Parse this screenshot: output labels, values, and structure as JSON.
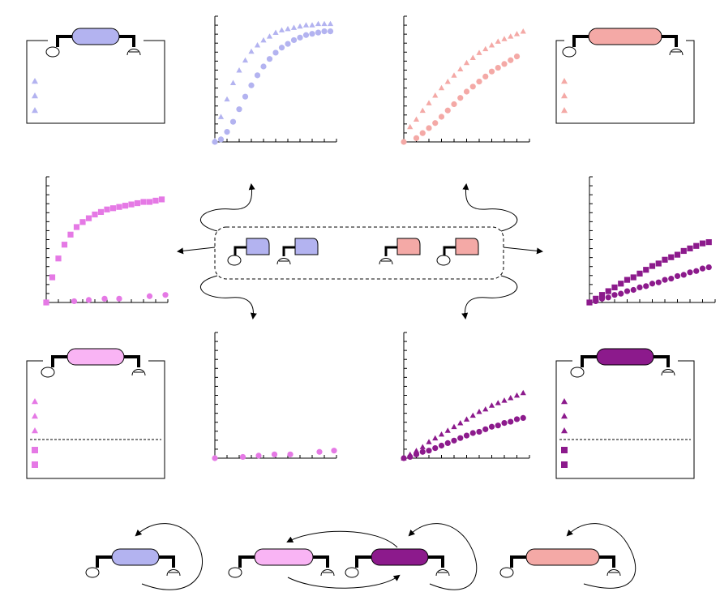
{
  "colors": {
    "lavender": "#b3b3f0",
    "salmon": "#f4a9a6",
    "pink": "#f9b4f4",
    "magenta": "#e579e5",
    "purple": "#8c1a8c",
    "ink": "#000000"
  },
  "icons": {
    "triangle_marker": "triangle-icon",
    "circle_marker": "circle-icon",
    "square_marker": "square-icon",
    "ligand": "ligand-icon",
    "receptor": "receptor-icon"
  },
  "panels": [
    {
      "id": "lavender-protein",
      "color": "lavender",
      "legend": [
        "triangle",
        "triangle",
        "triangle"
      ]
    },
    {
      "id": "salmon-protein",
      "color": "salmon",
      "legend": [
        "triangle",
        "triangle",
        "triangle"
      ]
    },
    {
      "id": "pink-protein",
      "color": "pink",
      "legend": [
        "triangle",
        "triangle",
        "triangle"
      ],
      "legend_lower": [
        "square",
        "square"
      ],
      "legend_color": "magenta"
    },
    {
      "id": "purple-protein",
      "color": "purple",
      "legend": [
        "triangle",
        "triangle",
        "triangle"
      ],
      "legend_lower": [
        "square",
        "square"
      ]
    }
  ],
  "chart_data": [
    {
      "type": "scatter",
      "id": "lavender-kinetics",
      "color": "lavender",
      "xlim": [
        0,
        1
      ],
      "ylim": [
        0,
        1
      ],
      "series": [
        {
          "marker": "triangle",
          "x": [
            0,
            0.05,
            0.1,
            0.15,
            0.2,
            0.25,
            0.3,
            0.35,
            0.4,
            0.45,
            0.5,
            0.55,
            0.6,
            0.65,
            0.7,
            0.75,
            0.8,
            0.85,
            0.9,
            0.95
          ],
          "y": [
            0.01,
            0.2,
            0.34,
            0.47,
            0.57,
            0.65,
            0.72,
            0.77,
            0.81,
            0.84,
            0.87,
            0.89,
            0.9,
            0.91,
            0.92,
            0.93,
            0.93,
            0.94,
            0.94,
            0.94
          ]
        },
        {
          "marker": "circle",
          "x": [
            0,
            0.05,
            0.1,
            0.15,
            0.2,
            0.25,
            0.3,
            0.35,
            0.4,
            0.45,
            0.5,
            0.55,
            0.6,
            0.65,
            0.7,
            0.75,
            0.8,
            0.85,
            0.9,
            0.95
          ],
          "y": [
            0.0,
            0.02,
            0.08,
            0.16,
            0.26,
            0.36,
            0.45,
            0.53,
            0.6,
            0.66,
            0.71,
            0.75,
            0.78,
            0.81,
            0.83,
            0.85,
            0.86,
            0.87,
            0.88,
            0.88
          ]
        }
      ]
    },
    {
      "type": "scatter",
      "id": "salmon-kinetics",
      "color": "salmon",
      "xlim": [
        0,
        1
      ],
      "ylim": [
        0,
        1
      ],
      "series": [
        {
          "marker": "triangle",
          "x": [
            0.05,
            0.1,
            0.15,
            0.2,
            0.25,
            0.3,
            0.35,
            0.4,
            0.45,
            0.5,
            0.55,
            0.6,
            0.65,
            0.7,
            0.75,
            0.8,
            0.85,
            0.9,
            0.95
          ],
          "y": [
            0.12,
            0.18,
            0.25,
            0.31,
            0.37,
            0.43,
            0.48,
            0.53,
            0.58,
            0.63,
            0.67,
            0.71,
            0.74,
            0.77,
            0.8,
            0.82,
            0.84,
            0.86,
            0.88
          ]
        },
        {
          "marker": "circle",
          "x": [
            0,
            0.1,
            0.15,
            0.2,
            0.25,
            0.3,
            0.35,
            0.4,
            0.45,
            0.5,
            0.55,
            0.6,
            0.65,
            0.7,
            0.75,
            0.8,
            0.85,
            0.9
          ],
          "y": [
            0.0,
            0.03,
            0.07,
            0.11,
            0.15,
            0.2,
            0.25,
            0.3,
            0.35,
            0.4,
            0.44,
            0.48,
            0.52,
            0.56,
            0.59,
            0.62,
            0.65,
            0.68
          ]
        }
      ]
    },
    {
      "type": "scatter",
      "id": "magenta-kinetics",
      "color": "magenta",
      "xlim": [
        0,
        1
      ],
      "ylim": [
        0,
        1
      ],
      "series": [
        {
          "marker": "square",
          "x": [
            0,
            0.05,
            0.1,
            0.15,
            0.2,
            0.25,
            0.3,
            0.35,
            0.4,
            0.45,
            0.5,
            0.55,
            0.6,
            0.65,
            0.7,
            0.75,
            0.8,
            0.85,
            0.9,
            0.95
          ],
          "y": [
            0.0,
            0.2,
            0.35,
            0.46,
            0.54,
            0.6,
            0.64,
            0.67,
            0.7,
            0.72,
            0.74,
            0.75,
            0.76,
            0.77,
            0.78,
            0.79,
            0.8,
            0.8,
            0.81,
            0.82
          ]
        },
        {
          "marker": "circle",
          "x": [
            0,
            0.23,
            0.35,
            0.48,
            0.6,
            0.85,
            0.98
          ],
          "y": [
            0.0,
            0.01,
            0.02,
            0.03,
            0.03,
            0.05,
            0.06
          ]
        }
      ]
    },
    {
      "type": "scatter",
      "id": "magenta-kinetics-circles",
      "color": "magenta",
      "xlim": [
        0,
        1
      ],
      "ylim": [
        0,
        1
      ],
      "series": [
        {
          "marker": "circle",
          "x": [
            0,
            0.23,
            0.36,
            0.49,
            0.62,
            0.86,
            0.98
          ],
          "y": [
            0.0,
            0.01,
            0.02,
            0.03,
            0.03,
            0.05,
            0.06
          ]
        }
      ]
    },
    {
      "type": "scatter",
      "id": "purple-kinetics",
      "color": "purple",
      "xlim": [
        0,
        1
      ],
      "ylim": [
        0,
        1
      ],
      "series": [
        {
          "marker": "triangle",
          "x": [
            0,
            0.05,
            0.1,
            0.15,
            0.2,
            0.25,
            0.3,
            0.35,
            0.4,
            0.45,
            0.5,
            0.55,
            0.6,
            0.65,
            0.7,
            0.75,
            0.8,
            0.85,
            0.9,
            0.95
          ],
          "y": [
            0.0,
            0.03,
            0.06,
            0.09,
            0.13,
            0.16,
            0.19,
            0.22,
            0.25,
            0.28,
            0.31,
            0.34,
            0.37,
            0.39,
            0.42,
            0.44,
            0.46,
            0.48,
            0.5,
            0.52
          ]
        },
        {
          "marker": "circle",
          "x": [
            0,
            0.05,
            0.1,
            0.15,
            0.2,
            0.25,
            0.3,
            0.35,
            0.4,
            0.45,
            0.5,
            0.55,
            0.6,
            0.65,
            0.7,
            0.75,
            0.8,
            0.85,
            0.9,
            0.95
          ],
          "y": [
            0.0,
            0.01,
            0.03,
            0.05,
            0.06,
            0.08,
            0.1,
            0.12,
            0.14,
            0.16,
            0.18,
            0.2,
            0.21,
            0.23,
            0.25,
            0.26,
            0.28,
            0.29,
            0.31,
            0.32
          ]
        }
      ]
    },
    {
      "type": "scatter",
      "id": "purple-kinetics-right",
      "color": "purple",
      "xlim": [
        0,
        1
      ],
      "ylim": [
        0,
        1
      ],
      "series": [
        {
          "marker": "square",
          "x": [
            0,
            0.05,
            0.1,
            0.15,
            0.2,
            0.25,
            0.3,
            0.35,
            0.4,
            0.45,
            0.5,
            0.55,
            0.6,
            0.65,
            0.7,
            0.75,
            0.8,
            0.85,
            0.9,
            0.95
          ],
          "y": [
            0.0,
            0.03,
            0.06,
            0.09,
            0.12,
            0.15,
            0.18,
            0.2,
            0.23,
            0.26,
            0.29,
            0.31,
            0.34,
            0.36,
            0.38,
            0.41,
            0.43,
            0.45,
            0.47,
            0.48
          ]
        },
        {
          "marker": "circle",
          "x": [
            0,
            0.05,
            0.1,
            0.15,
            0.2,
            0.25,
            0.3,
            0.35,
            0.4,
            0.45,
            0.5,
            0.55,
            0.6,
            0.65,
            0.7,
            0.75,
            0.8,
            0.85,
            0.9,
            0.95
          ],
          "y": [
            0.0,
            0.01,
            0.03,
            0.04,
            0.06,
            0.07,
            0.09,
            0.1,
            0.12,
            0.13,
            0.15,
            0.16,
            0.18,
            0.19,
            0.21,
            0.22,
            0.24,
            0.25,
            0.27,
            0.28
          ]
        }
      ]
    }
  ]
}
